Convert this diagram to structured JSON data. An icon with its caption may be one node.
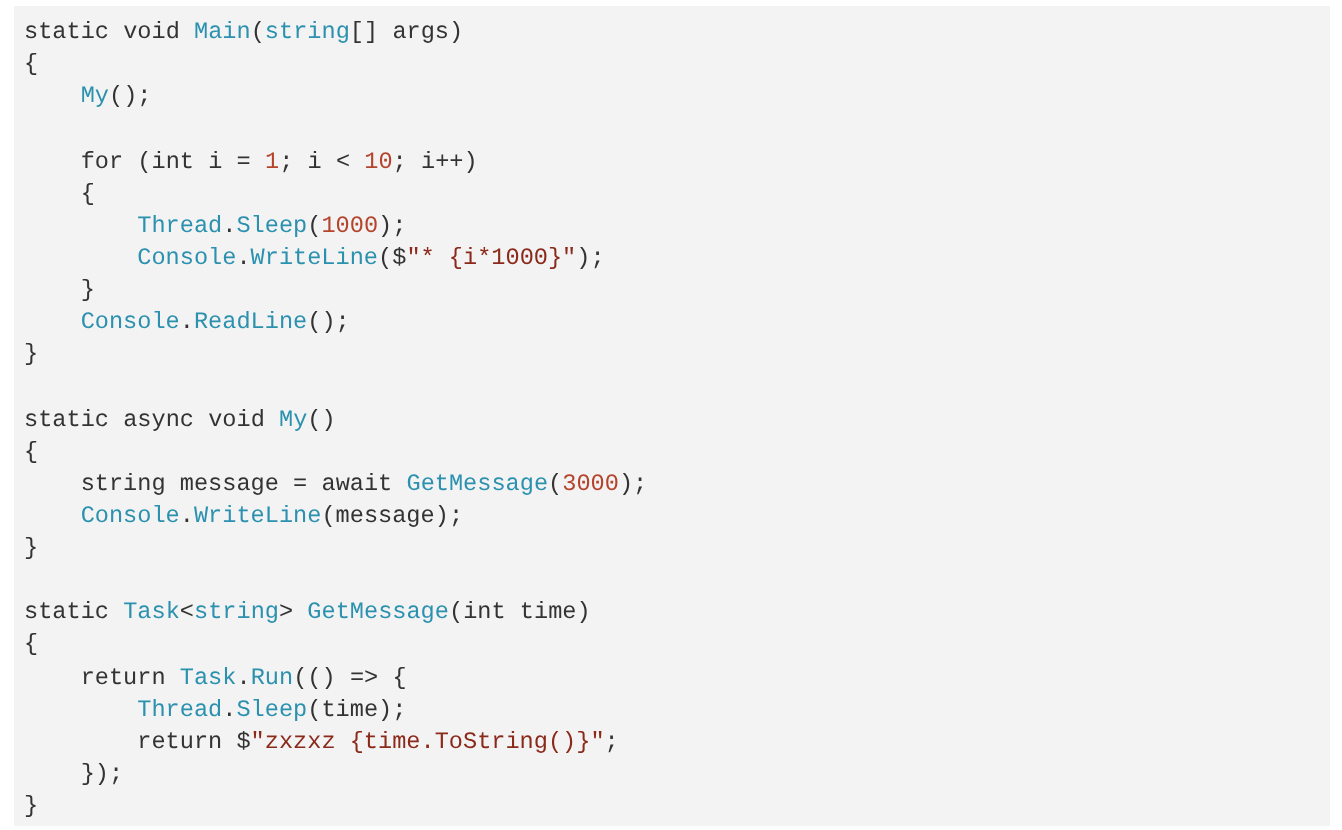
{
  "diagram": {
    "labels": [
      "static void Main(string[] args)",
      "{",
      "My();",
      "for (int i = 1; i < 10; i++)",
      "{",
      "Thread.Sleep(1000);",
      "Console.WriteLine($\"* {i*1000}\");",
      "}",
      "Console.ReadLine();",
      "}",
      "static async void My()",
      "{",
      "string message = await GetMessage(3000);",
      "Console.WriteLine(message);",
      "}",
      "static Task<string> GetMessage(int time)",
      "{",
      "return Task.Run(() => {",
      "Thread.Sleep(time);",
      "return $\"zxzxz {time.ToString()}\";",
      "});",
      "}"
    ]
  }
}
